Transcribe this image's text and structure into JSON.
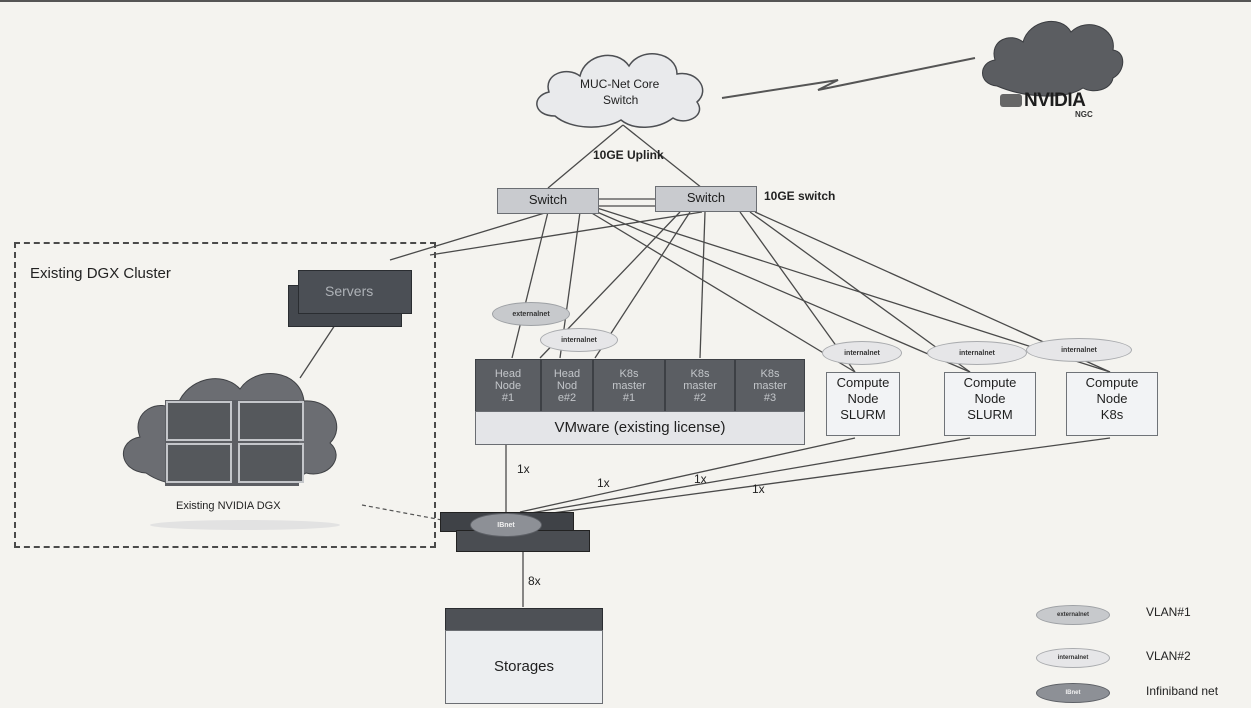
{
  "core": {
    "line1": "MUC-Net Core",
    "line2": "Switch"
  },
  "ngc": {
    "brand": "NVIDIA",
    "sub": "NGC"
  },
  "uplink_label": "10GE Uplink",
  "switches": {
    "left": "Switch",
    "right": "Switch",
    "type_label": "10GE switch"
  },
  "cluster": {
    "title": "Existing DGX Cluster",
    "servers_label": "Servers",
    "dgx_label": "Existing NVIDIA DGX"
  },
  "vlan_tags": {
    "externalnet": "externalnet",
    "internalnet": "internalnet",
    "ibnet": "IBnet"
  },
  "vm_cells": [
    {
      "l1": "Head",
      "l2": "Node",
      "l3": "#1"
    },
    {
      "l1": "Head",
      "l2": "Nod",
      "l3": "e#2"
    },
    {
      "l1": "K8s",
      "l2": "master",
      "l3": "#1"
    },
    {
      "l1": "K8s",
      "l2": "master",
      "l3": "#2"
    },
    {
      "l1": "K8s",
      "l2": "master",
      "l3": "#3"
    }
  ],
  "vmware_label": "VMware (existing license)",
  "compute_nodes": [
    {
      "l1": "Compute",
      "l2": "Node",
      "l3": "SLURM"
    },
    {
      "l1": "Compute",
      "l2": "Node",
      "l3": "SLURM"
    },
    {
      "l1": "Compute",
      "l2": "Node",
      "l3": "K8s"
    }
  ],
  "link_counts": {
    "vm": "1x",
    "c1": "1x",
    "c2": "1x",
    "c3": "1x",
    "storage": "8x"
  },
  "storage_label": "Storages",
  "legend": [
    {
      "tag": "externalnet",
      "text": "VLAN#1"
    },
    {
      "tag": "internalnet",
      "text": "VLAN#2"
    },
    {
      "tag": "IBnet",
      "text": "Infiniband net"
    }
  ]
}
